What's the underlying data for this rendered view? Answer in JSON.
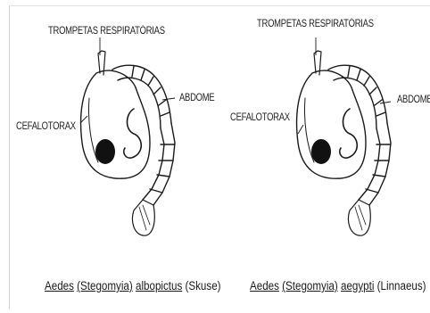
{
  "figure": {
    "left": {
      "label_trumpets": "TROMPETAS RESPIRATÓRIAS",
      "label_cephalothorax": "CEFALOTORAX",
      "label_abdomen": "ABDOME",
      "caption": {
        "genus": "Aedes",
        "subgenus": "(Stegomyia)",
        "species": "albopictus",
        "author": "(Skuse)"
      }
    },
    "right": {
      "label_trumpets": "TROMPETAS RESPIRATÓRIAS",
      "label_cephalothorax": "CEFALOTORAX",
      "label_abdomen": "ABDOME",
      "caption": {
        "genus": "Aedes",
        "subgenus": "(Stegomyia)",
        "species": "aegypti",
        "author": "(Linnaeus)"
      }
    }
  }
}
